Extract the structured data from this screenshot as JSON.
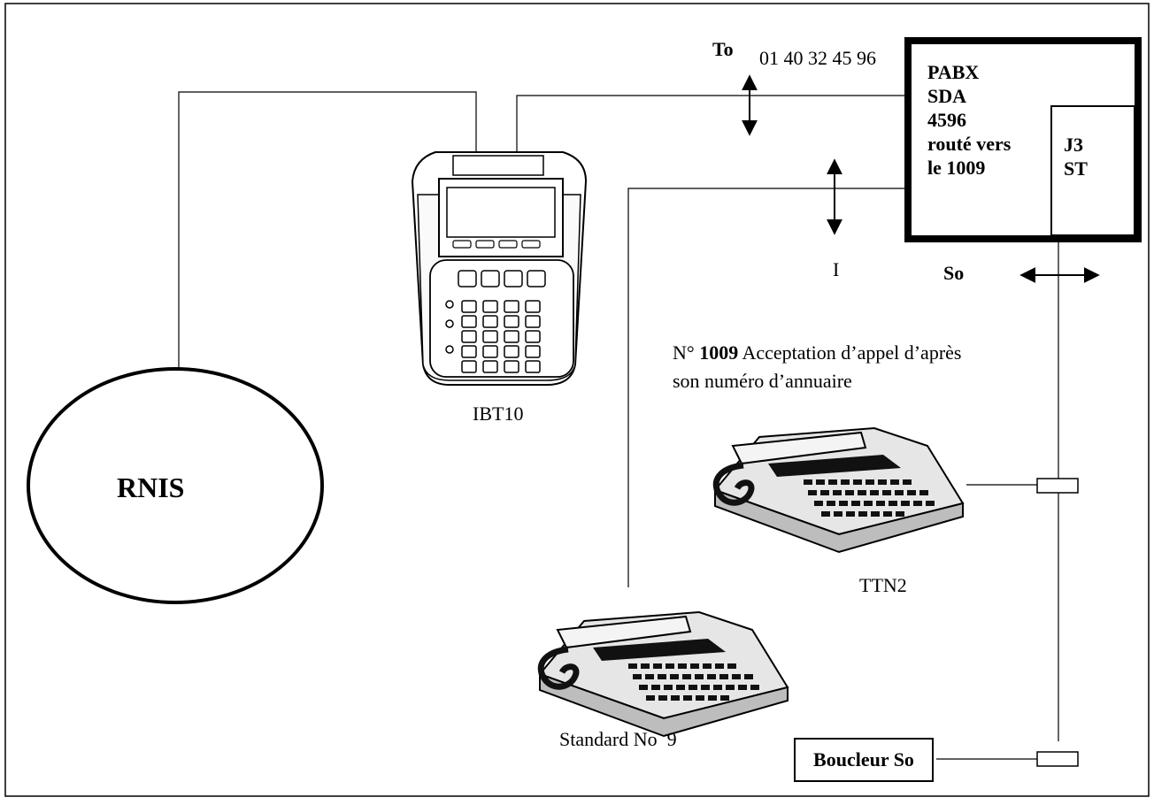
{
  "rnis": {
    "label": "RNIS"
  },
  "ibt10": {
    "label": "IBT10"
  },
  "to_link": {
    "label": "To",
    "number": "01 40 32 45 96"
  },
  "pabx": {
    "lines": [
      "PABX",
      "SDA",
      "4596",
      "routé vers",
      "le 1009"
    ]
  },
  "j3_module": {
    "lines": [
      "J3",
      "ST"
    ]
  },
  "i_link": {
    "label": "I"
  },
  "so_link": {
    "label": "So"
  },
  "annotation": {
    "prefix": "N°",
    "number": "1009",
    "text1": "Acceptation d’appel d’après",
    "text2": "son numéro d’annuaire"
  },
  "ttn2": {
    "label": "TTN2"
  },
  "standard": {
    "label": "Standard No  9"
  },
  "boucleur": {
    "label": "Boucleur So"
  }
}
